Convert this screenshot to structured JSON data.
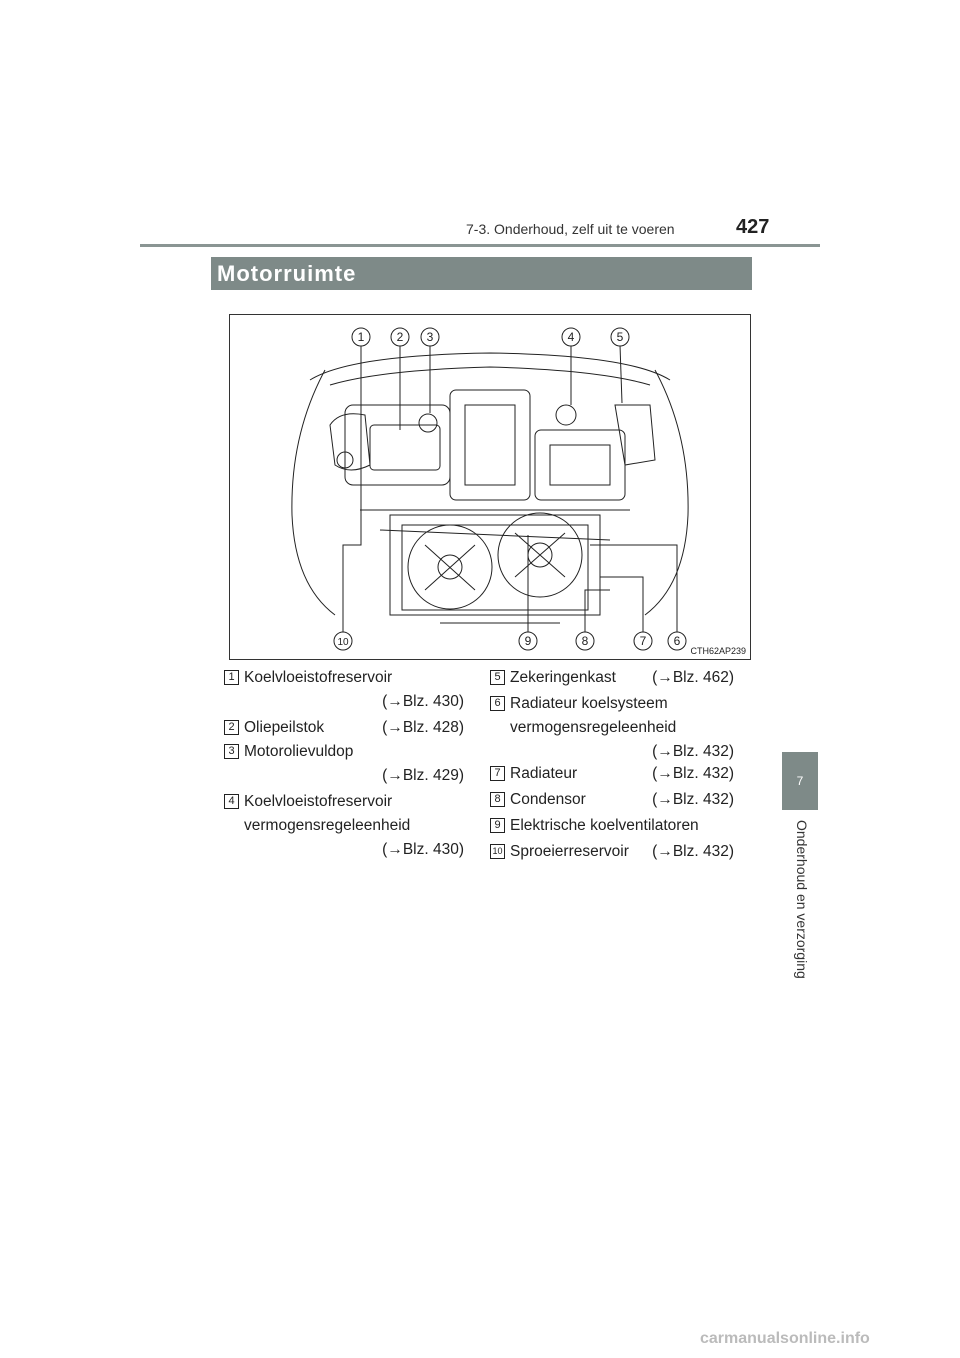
{
  "header": {
    "section": "7-3. Onderhoud, zelf uit te voeren",
    "page_number": "427"
  },
  "side_tab": {
    "chapter": "7",
    "label": "Onderhoud en verzorging"
  },
  "section_title": "Motorruimte",
  "figure": {
    "code": "CTH62AP239",
    "callouts": [
      "1",
      "2",
      "3",
      "4",
      "5",
      "6",
      "7",
      "8",
      "9",
      "10"
    ]
  },
  "legend": [
    {
      "num": "1",
      "lines": [
        "Koelvloeistofreservoir"
      ],
      "ref": "(→Blz. 430)"
    },
    {
      "num": "2",
      "lines": [
        "Oliepeilstok"
      ],
      "ref": "(→Blz. 428)"
    },
    {
      "num": "3",
      "lines": [
        "Motorolievuldop"
      ],
      "ref": "(→Blz. 429)"
    },
    {
      "num": "4",
      "lines": [
        "Koelvloeistofreservoir",
        "vermogensregeleenheid"
      ],
      "ref": "(→Blz. 430)"
    },
    {
      "num": "5",
      "lines": [
        "Zekeringenkast"
      ],
      "ref": "(→Blz. 462)"
    },
    {
      "num": "6",
      "lines": [
        "Radiateur koelsysteem",
        "vermogensregeleenheid"
      ],
      "ref": "(→Blz. 432)"
    },
    {
      "num": "7",
      "lines": [
        "Radiateur"
      ],
      "ref": "(→Blz. 432)"
    },
    {
      "num": "8",
      "lines": [
        "Condensor"
      ],
      "ref": "(→Blz. 432)"
    },
    {
      "num": "9",
      "lines": [
        "Elektrische koelventilatoren"
      ],
      "ref": ""
    },
    {
      "num": "10",
      "lines": [
        "Sproeierreservoir"
      ],
      "ref": "(→Blz. 432)"
    }
  ],
  "watermark": "carmanualsonline.info"
}
